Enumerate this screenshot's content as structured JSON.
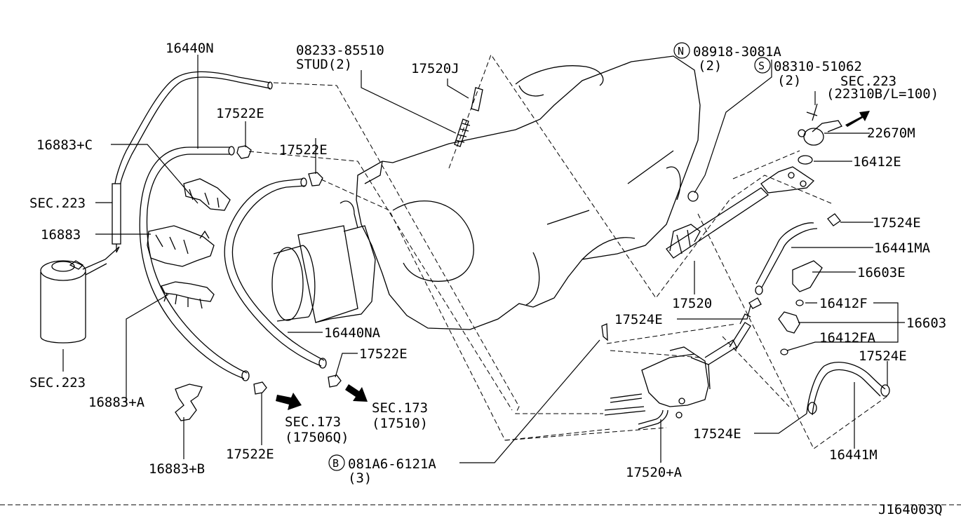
{
  "labels": {
    "p16440N": "16440N",
    "p16883C": "16883+C",
    "sec223a": "SEC.223",
    "p16883": "16883",
    "sec223b": "SEC.223",
    "p16883A": "16883+A",
    "p16883B": "16883+B",
    "stud_pn": "08233-85510",
    "stud_txt": "STUD(2)",
    "p17520J": "17520J",
    "p17522E_1": "17522E",
    "p17522E_2": "17522E",
    "p17522E_3": "17522E",
    "p17522E_4": "17522E",
    "p16440NA": "16440NA",
    "sec173a": "SEC.173",
    "sec173a_sub": "(17510)",
    "sec173b": "SEC.173",
    "sec173b_sub": "(17506Q)",
    "nut_sym": "N",
    "nut_pn": "08918-3081A",
    "nut_qty": "(2)",
    "scr_sym": "S",
    "scr_pn": "08310-51062",
    "scr_qty": "(2)",
    "sec223c": "SEC.223",
    "sec223c_sub": "(22310B/L=100)",
    "p22670M": "22670M",
    "p16412E": "16412E",
    "p17524E_1": "17524E",
    "p16441MA": "16441MA",
    "p16603E": "16603E",
    "p17520": "17520",
    "p17524E_2": "17524E",
    "p16412F": "16412F",
    "p16603": "16603",
    "p16412FA": "16412FA",
    "p17524E_3": "17524E",
    "p17524E_4": "17524E",
    "p16441M": "16441M",
    "bolt_sym": "B",
    "bolt_pn": "081A6-6121A",
    "bolt_qty": "(3)",
    "p17520A": "17520+A",
    "diagram_code": "J164003Q"
  }
}
